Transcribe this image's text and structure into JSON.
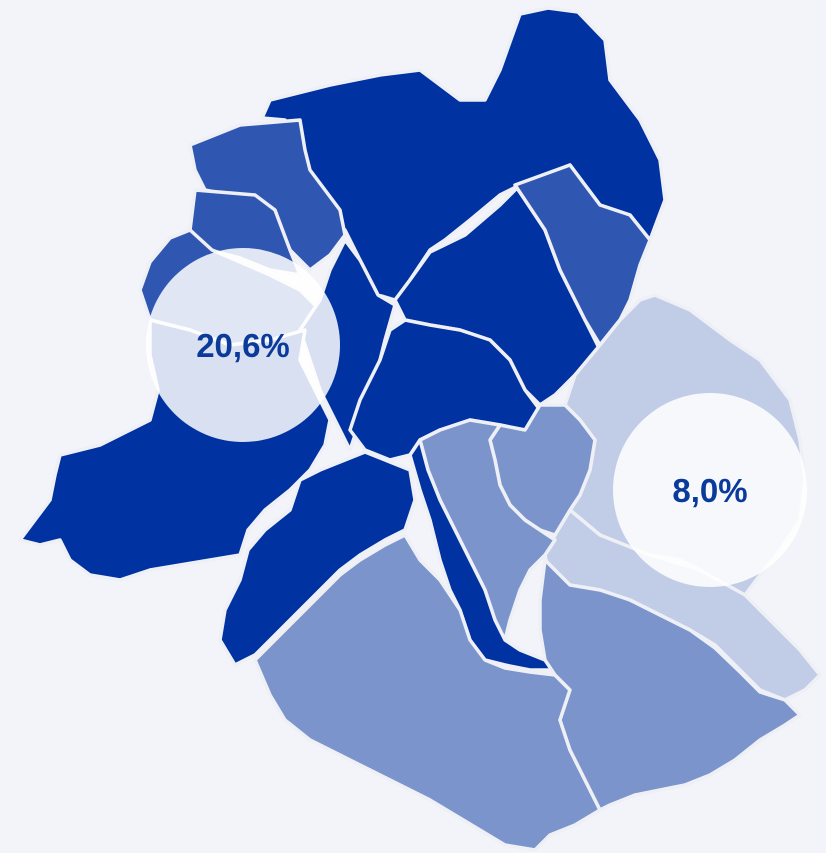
{
  "legend_colors": {
    "darkest": "#0033a1",
    "dark": "#2f57b2",
    "medium": "#7b95cc",
    "light": "#c1cde7",
    "background": "#f3f4fa",
    "border": "#eef0f6"
  },
  "labels": {
    "west": {
      "value": "20,6%"
    },
    "east": {
      "value": "8,0%"
    }
  },
  "label_style": {
    "text_color": "#0a3a9a",
    "circle_fill": "#ffffff",
    "circle_opacity": 0.85
  }
}
